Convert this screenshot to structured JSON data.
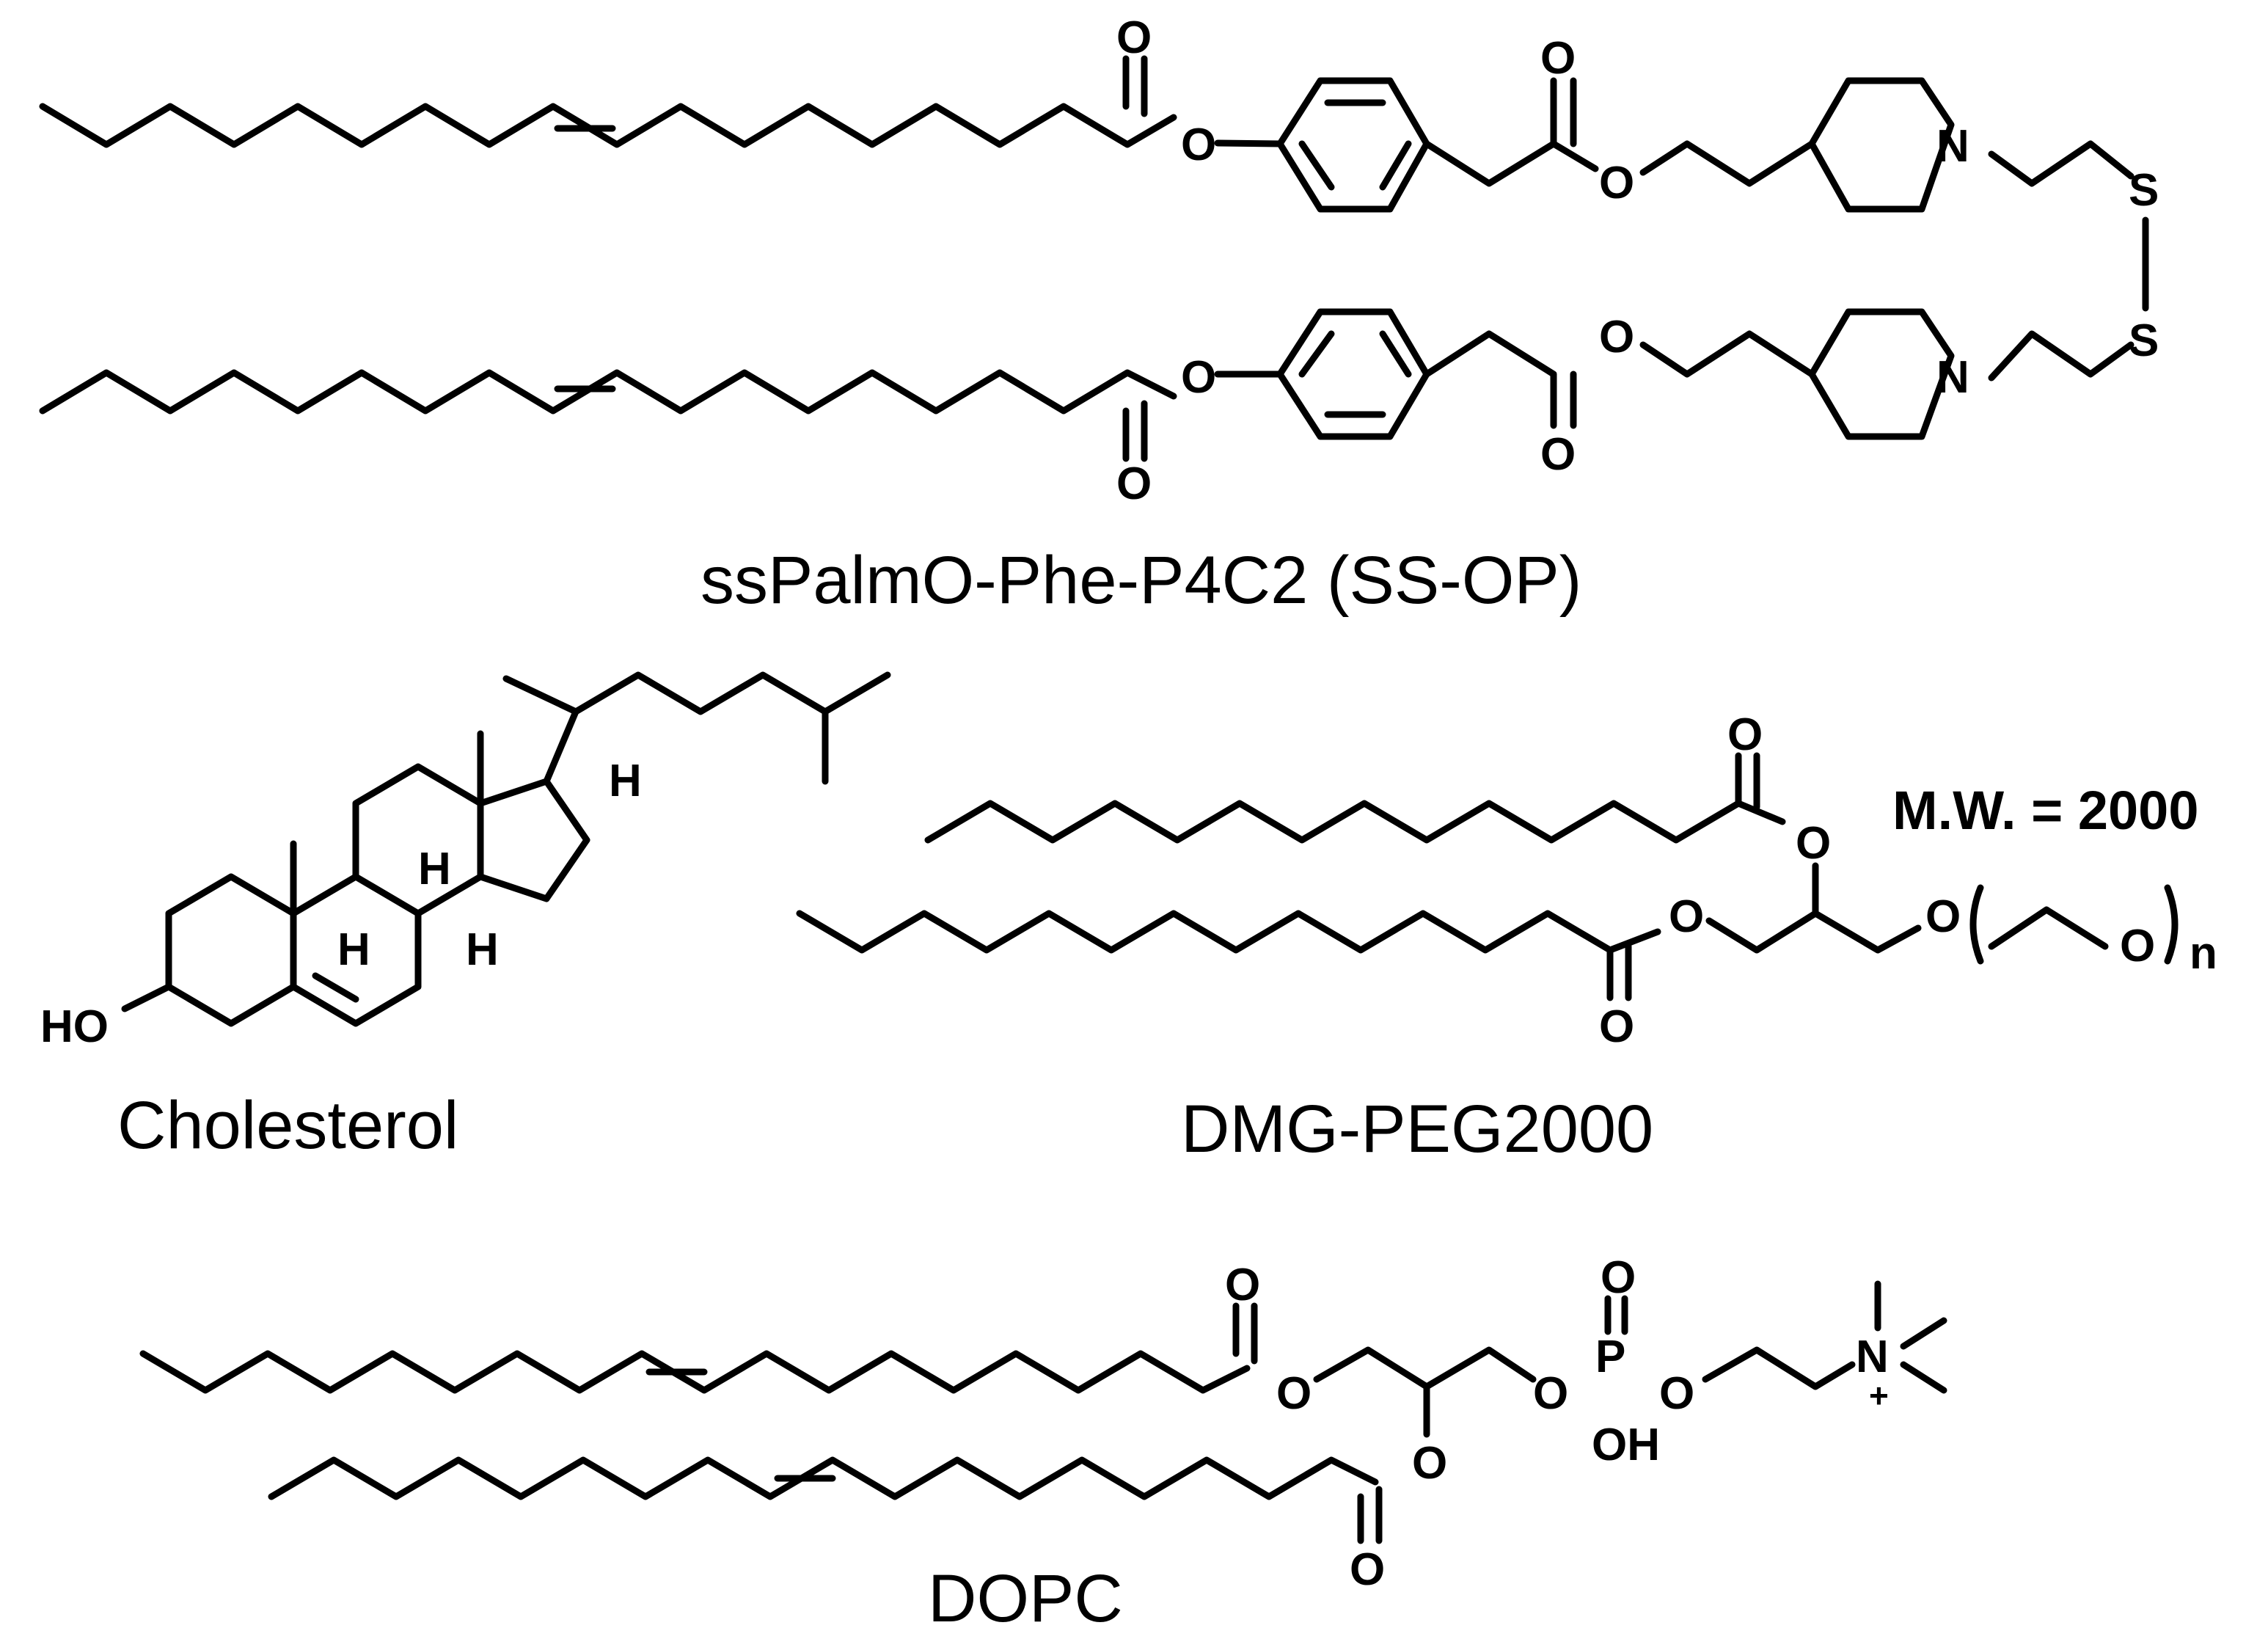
{
  "molecules": [
    {
      "name": "ssPalmO-Phe-P4C2 (SS-OP)"
    },
    {
      "name": "Cholesterol"
    },
    {
      "name": "DMG-PEG2000",
      "mw_label": "M.W. = 2000"
    },
    {
      "name": "DOPC"
    }
  ],
  "atoms": {
    "O": "O",
    "N": "N",
    "S": "S",
    "H": "H",
    "HO": "HO",
    "P": "P",
    "OH": "OH",
    "n": "n",
    "plus": "+"
  }
}
